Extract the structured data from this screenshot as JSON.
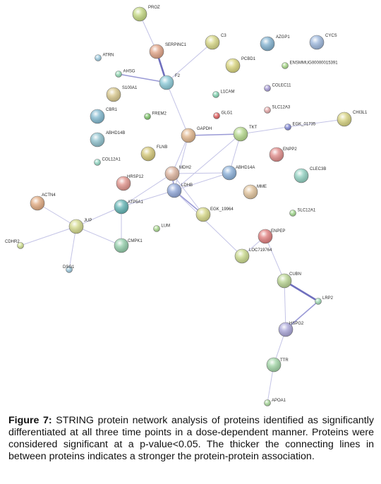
{
  "caption": {
    "label": "Figure 7:",
    "text": " STRING protein network analysis of proteins identified as significantly differentiated at all three time points in a dose-dependent manner. Proteins were considered significant at a p-value<0.05. The thicker the connecting lines in between proteins indicates a stronger the protein-protein association."
  },
  "network": {
    "nodes": [
      {
        "id": "PROZ",
        "label": "PROZ",
        "color": "#c2d77f",
        "size": "large"
      },
      {
        "id": "SERPINC1",
        "label": "SERPINC1",
        "color": "#e0a184",
        "size": "large"
      },
      {
        "id": "C3",
        "label": "C3",
        "color": "#d6d683",
        "size": "large"
      },
      {
        "id": "AZGP1",
        "label": "AZGP1",
        "color": "#7fb0cf",
        "size": "large"
      },
      {
        "id": "CYCS",
        "label": "CYCS",
        "color": "#9bb6dc",
        "size": "large"
      },
      {
        "id": "ATRN",
        "label": "ATRN",
        "color": "#9ccbe0",
        "size": "small"
      },
      {
        "id": "PCBD1",
        "label": "PCBD1",
        "color": "#d8d47a",
        "size": "large"
      },
      {
        "id": "ENSMMUG",
        "label": "ENSMMUG00000015391",
        "color": "#a6d886",
        "size": "small"
      },
      {
        "id": "AHSG",
        "label": "AHSG",
        "color": "#92d8b4",
        "size": "small"
      },
      {
        "id": "F2",
        "label": "F2",
        "color": "#88c8d6",
        "size": "large"
      },
      {
        "id": "S100A1",
        "label": "S100A1",
        "color": "#d7c68a",
        "size": "large"
      },
      {
        "id": "L1CAM",
        "label": "L1CAM",
        "color": "#7fd3b0",
        "size": "small"
      },
      {
        "id": "COLEC11",
        "label": "COLEC11",
        "color": "#a79bd8",
        "size": "small"
      },
      {
        "id": "CBR1",
        "label": "CBR1",
        "color": "#7fb8cf",
        "size": "large"
      },
      {
        "id": "FREM2",
        "label": "FREM2",
        "color": "#7cc468",
        "size": "small"
      },
      {
        "id": "GLG1",
        "label": "GLG1",
        "color": "#e05c5c",
        "size": "small"
      },
      {
        "id": "SLC12A3",
        "label": "SLC12A3",
        "color": "#e6a7a7",
        "size": "small"
      },
      {
        "id": "CHI3L1",
        "label": "CHI3L1",
        "color": "#d6d27e",
        "size": "large"
      },
      {
        "id": "EGK_01735",
        "label": "EGK_01735",
        "color": "#7f86d6",
        "size": "small"
      },
      {
        "id": "GAPDH",
        "label": "GAPDH",
        "color": "#e0b48a",
        "size": "large"
      },
      {
        "id": "TKT",
        "label": "TKT",
        "color": "#b4d88a",
        "size": "large"
      },
      {
        "id": "ABHD14B",
        "label": "ABHD14B",
        "color": "#8cc0cc",
        "size": "large"
      },
      {
        "id": "FLNB",
        "label": "FLNB",
        "color": "#d3c674",
        "size": "large"
      },
      {
        "id": "ENPP2",
        "label": "ENPP2",
        "color": "#e08a88",
        "size": "large"
      },
      {
        "id": "COL12A1",
        "label": "COL12A1",
        "color": "#92d8c4",
        "size": "small"
      },
      {
        "id": "MDH2",
        "label": "MDH2",
        "color": "#dcb29c",
        "size": "large"
      },
      {
        "id": "ABHD14A",
        "label": "ABHD14A",
        "color": "#88aed8",
        "size": "large"
      },
      {
        "id": "CLEC3B",
        "label": "CLEC3B",
        "color": "#8fd0c0",
        "size": "large"
      },
      {
        "id": "HRSP12",
        "label": "HRSP12",
        "color": "#e0928a",
        "size": "large"
      },
      {
        "id": "LDHB",
        "label": "LDHB",
        "color": "#8fa6d8",
        "size": "large"
      },
      {
        "id": "MME",
        "label": "MME",
        "color": "#e0c29a",
        "size": "large"
      },
      {
        "id": "ACTN4",
        "label": "ACTN4",
        "color": "#e0a87e",
        "size": "large"
      },
      {
        "id": "ATP5A1",
        "label": "ATP5A1",
        "color": "#5fb3b3",
        "size": "large"
      },
      {
        "id": "EGK_19964",
        "label": "EGK_19964",
        "color": "#d5d784",
        "size": "large"
      },
      {
        "id": "SLC12A1",
        "label": "SLC12A1",
        "color": "#a0d88c",
        "size": "small"
      },
      {
        "id": "JUP",
        "label": "JUP",
        "color": "#d3d98a",
        "size": "large"
      },
      {
        "id": "LUM",
        "label": "LUM",
        "color": "#a8d88c",
        "size": "small"
      },
      {
        "id": "CDHR2",
        "label": "CDHR2",
        "color": "#cfe08e",
        "size": "small"
      },
      {
        "id": "CMPK1",
        "label": "CMPK1",
        "color": "#90cca8",
        "size": "large"
      },
      {
        "id": "ENPEP",
        "label": "ENPEP",
        "color": "#e07c7c",
        "size": "large"
      },
      {
        "id": "LOC719764",
        "label": "LOC719764",
        "color": "#c8d88a",
        "size": "large"
      },
      {
        "id": "DSG1",
        "label": "DSG1",
        "color": "#9cc8dc",
        "size": "small"
      },
      {
        "id": "CUBN",
        "label": "CUBN",
        "color": "#b8d490",
        "size": "large"
      },
      {
        "id": "LRP2",
        "label": "LRP2",
        "color": "#9fd8b4",
        "size": "small"
      },
      {
        "id": "HSPG2",
        "label": "HSPG2",
        "color": "#a8a4d8",
        "size": "large"
      },
      {
        "id": "TTR",
        "label": "TTR",
        "color": "#9fd4a4",
        "size": "large"
      },
      {
        "id": "APOA1",
        "label": "APOA1",
        "color": "#a8d89a",
        "size": "small"
      }
    ],
    "edges": [
      {
        "source": "PROZ",
        "target": "SERPINC1",
        "weight": 1
      },
      {
        "source": "SERPINC1",
        "target": "F2",
        "weight": 3
      },
      {
        "source": "C3",
        "target": "F2",
        "weight": 1
      },
      {
        "source": "AHSG",
        "target": "F2",
        "weight": 2
      },
      {
        "source": "F2",
        "target": "GAPDH",
        "weight": 1
      },
      {
        "source": "GAPDH",
        "target": "TKT",
        "weight": 2
      },
      {
        "source": "GAPDH",
        "target": "MDH2",
        "weight": 1
      },
      {
        "source": "GAPDH",
        "target": "LDHB",
        "weight": 1
      },
      {
        "source": "TKT",
        "target": "EGK_01735",
        "weight": 1
      },
      {
        "source": "EGK_01735",
        "target": "CHI3L1",
        "weight": 1
      },
      {
        "source": "TKT",
        "target": "ABHD14A",
        "weight": 1
      },
      {
        "source": "TKT",
        "target": "LDHB",
        "weight": 1
      },
      {
        "source": "MDH2",
        "target": "ABHD14A",
        "weight": 1
      },
      {
        "source": "MDH2",
        "target": "LDHB",
        "weight": 2
      },
      {
        "source": "MDH2",
        "target": "ATP5A1",
        "weight": 1
      },
      {
        "source": "MDH2",
        "target": "EGK_19964",
        "weight": 1
      },
      {
        "source": "LDHB",
        "target": "EGK_19964",
        "weight": 2
      },
      {
        "source": "LDHB",
        "target": "ABHD14A",
        "weight": 1
      },
      {
        "source": "LDHB",
        "target": "ATP5A1",
        "weight": 1
      },
      {
        "source": "LDHB",
        "target": "LOC719764",
        "weight": 1
      },
      {
        "source": "ATP5A1",
        "target": "JUP",
        "weight": 1
      },
      {
        "source": "ATP5A1",
        "target": "CMPK1",
        "weight": 1
      },
      {
        "source": "ACTN4",
        "target": "JUP",
        "weight": 1
      },
      {
        "source": "JUP",
        "target": "CDHR2",
        "weight": 1
      },
      {
        "source": "JUP",
        "target": "DSG1",
        "weight": 1
      },
      {
        "source": "JUP",
        "target": "CMPK1",
        "weight": 1
      },
      {
        "source": "ENPEP",
        "target": "LOC719764",
        "weight": 1
      },
      {
        "source": "ENPEP",
        "target": "CUBN",
        "weight": 1
      },
      {
        "source": "CUBN",
        "target": "LRP2",
        "weight": 3
      },
      {
        "source": "CUBN",
        "target": "HSPG2",
        "weight": 1
      },
      {
        "source": "LRP2",
        "target": "HSPG2",
        "weight": 2
      },
      {
        "source": "HSPG2",
        "target": "TTR",
        "weight": 1
      },
      {
        "source": "TTR",
        "target": "APOA1",
        "weight": 1
      }
    ]
  }
}
